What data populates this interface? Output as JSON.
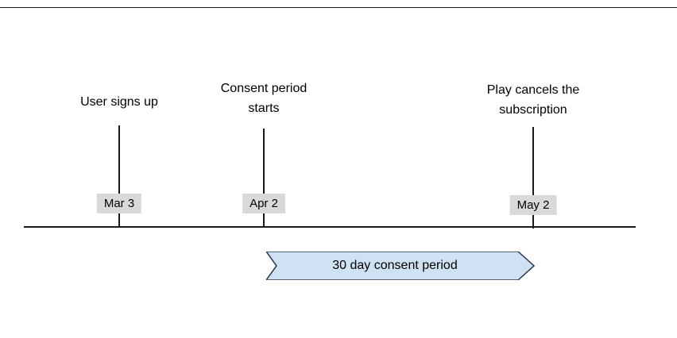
{
  "timeline": {
    "events": [
      {
        "label": "User signs up",
        "date": "Mar 3"
      },
      {
        "label": "Consent period\nstarts",
        "date": "Apr 2"
      },
      {
        "label": "Play cancels the\nsubscription",
        "date": "May 2"
      }
    ],
    "banner": {
      "label": "30 day consent period",
      "fill": "#cfe2f3",
      "border": "#2d3848"
    },
    "colors": {
      "line": "#1a1a1a",
      "date_background": "#d9d9d9",
      "text": "#000000"
    }
  }
}
